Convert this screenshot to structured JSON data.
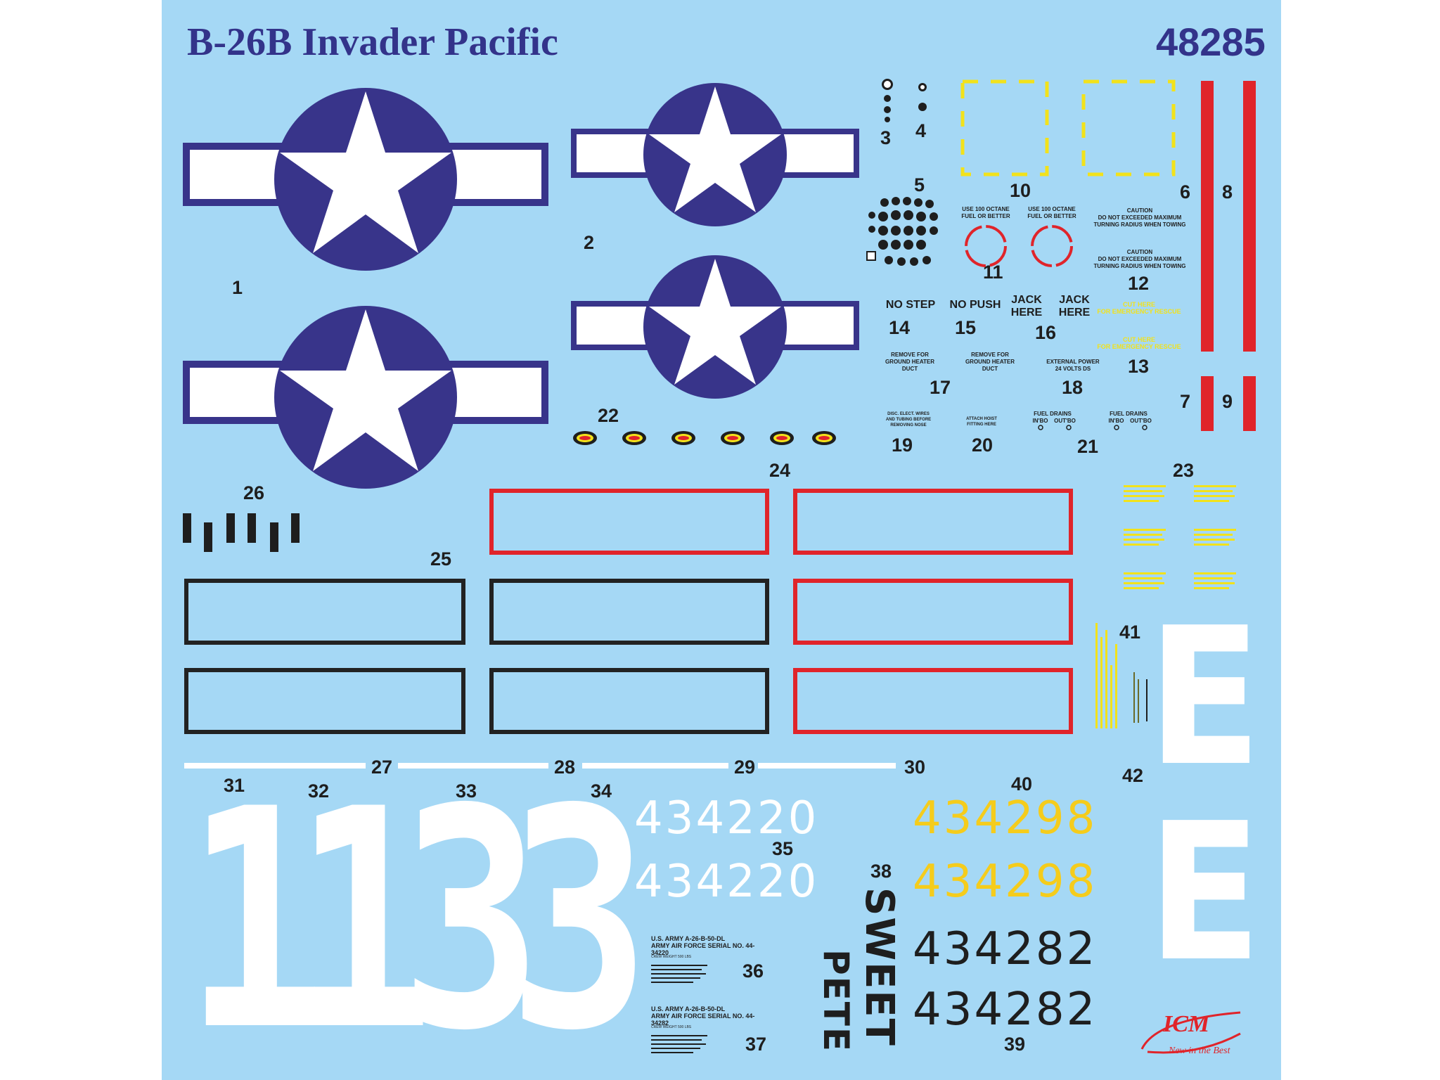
{
  "header": {
    "title": "B-26B Invader Pacific",
    "kit_number": "48285"
  },
  "decal_numbers": {
    "n1": "1",
    "n2": "2",
    "n3": "3",
    "n4": "4",
    "n5": "5",
    "n6": "6",
    "n7": "7",
    "n8": "8",
    "n9": "9",
    "n10": "10",
    "n11": "11",
    "n12": "12",
    "n13": "13",
    "n14": "14",
    "n15": "15",
    "n16": "16",
    "n17": "17",
    "n18": "18",
    "n19": "19",
    "n20": "20",
    "n21": "21",
    "n22": "22",
    "n23": "23",
    "n24": "24",
    "n25": "25",
    "n26": "26",
    "n27": "27",
    "n28": "28",
    "n29": "29",
    "n30": "30",
    "n31": "31",
    "n32": "32",
    "n33": "33",
    "n34": "34",
    "n35": "35",
    "n36": "36",
    "n37": "37",
    "n38": "38",
    "n39": "39",
    "n40": "40",
    "n41": "41",
    "n42": "42"
  },
  "stencils": {
    "fuel_1": "USE 100 OCTANE\nFUEL OR BETTER",
    "fuel_2": "USE 100 OCTANE\nFUEL OR BETTER",
    "caution_1": "CAUTION\nDO NOT EXCEEDED MAXIMUM\nTURNING RADIUS WHEN TOWING",
    "caution_2": "CAUTION\nDO NOT EXCEEDED MAXIMUM\nTURNING RADIUS WHEN TOWING",
    "cut_here_1": "CUT HERE\nFOR EMERGENCY RESCUE",
    "cut_here_2": "CUT HERE\nFOR EMERGENCY RESCUE",
    "no_step": "NO STEP",
    "no_push": "NO PUSH",
    "jack_here_1": "JACK\nHERE",
    "jack_here_2": "JACK\nHERE",
    "remove_heater_1": "REMOVE FOR\nGROUND HEATER\nDUCT",
    "remove_heater_2": "REMOVE FOR\nGROUND HEATER\nDUCT",
    "external_power": "EXTERNAL POWER\n24 VOLTS DS",
    "disc_wires": "DISC. ELECT. WIRES\nAND TUBING BEFORE\nREMOVING NOSE",
    "attach_hoist": "ATTACH HOIST\nFITTING HERE",
    "fuel_drains_1": "FUEL DRAINS",
    "fuel_drains_2": "FUEL DRAINS",
    "inbo_1": "IN'BO",
    "outbo_1": "OUT'BO",
    "inbo_2": "IN'BO",
    "outbo_2": "OUT'BO",
    "army_1": "U.S. ARMY A-26-B-50-DL\nARMY AIR FORCE SERIAL NO. 44-34220",
    "army_2": "U.S. ARMY A-26-B-50-DL\nARMY AIR FORCE SERIAL NO. 44-34282",
    "crew_weight": "CREW WEIGHT 500 LBS"
  },
  "markings": {
    "big_number": "1133",
    "serial_white": "434220",
    "serial_yellow": "434298",
    "serial_black": "434282",
    "sweet": "SWEET",
    "pete": "PETE",
    "letter_e": "E"
  },
  "logo": {
    "brand": "ICM",
    "tagline": "New in the Best"
  },
  "colors": {
    "sheet": "#a5d8f5",
    "insignia_blue": "#38348a",
    "red": "#e0242a",
    "yellow": "#f2e21b",
    "serial_yellow": "#f5cc1c",
    "black": "#1e1e1e",
    "white": "#ffffff"
  }
}
